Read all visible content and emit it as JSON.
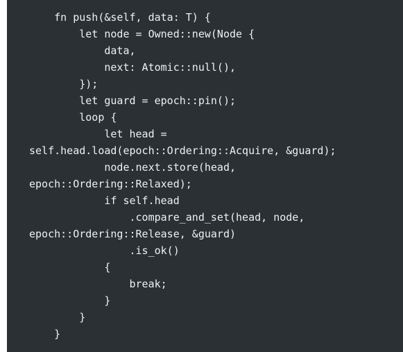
{
  "code_block": {
    "language": "rust",
    "background": "#2b3035",
    "text_color": "#eef1f4",
    "lines": [
      "    fn push(&self, data: T) {",
      "        let node = Owned::new(Node {",
      "            data,",
      "            next: Atomic::null(),",
      "        });",
      "        let guard = epoch::pin();",
      "        loop {",
      "            let head =",
      "self.head.load(epoch::Ordering::Acquire, &guard);",
      "            node.next.store(head,",
      "epoch::Ordering::Relaxed);",
      "            if self.head",
      "                .compare_and_set(head, node,",
      "epoch::Ordering::Release, &guard)",
      "                .is_ok()",
      "            {",
      "                break;",
      "            }",
      "        }",
      "    }"
    ]
  }
}
